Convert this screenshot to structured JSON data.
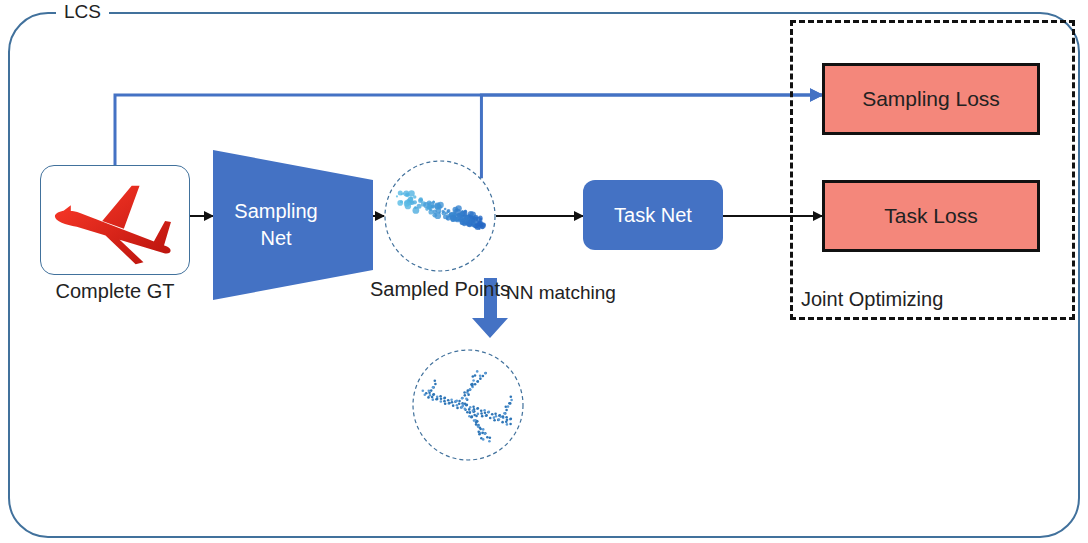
{
  "diagram": {
    "nodes": [
      {
        "text": [
          "LCS"
        ]
      },
      {
        "text": [
          "Complete GT"
        ],
        "in": 0
      },
      {
        "text": [
          "Sampling Net"
        ],
        "in": 0
      },
      {
        "text": [
          "Sampled Points"
        ],
        "in": 0
      },
      {
        "text": [
          "Task Net"
        ],
        "in": 0
      },
      {
        "text": [
          "Joint Optimizing"
        ],
        "in": 0
      },
      {
        "text": [
          "Sampling Loss"
        ],
        "in": 5
      },
      {
        "text": [
          "Task Loss"
        ],
        "in": 5
      }
    ],
    "edges": [
      {
        "from": 1,
        "to": 2,
        "arrow": "to"
      },
      {
        "from": 2,
        "to": 3,
        "arrow": "to"
      },
      {
        "from": 3,
        "to": 4,
        "arrow": "to"
      },
      {
        "from": 4,
        "to": 7,
        "arrow": "to"
      },
      {
        "from": 1,
        "to": 6,
        "arrow": "to"
      },
      {
        "from": 3,
        "to": 6,
        "arrow": "to"
      }
    ],
    "labels": [
      "NN matching"
    ]
  }
}
